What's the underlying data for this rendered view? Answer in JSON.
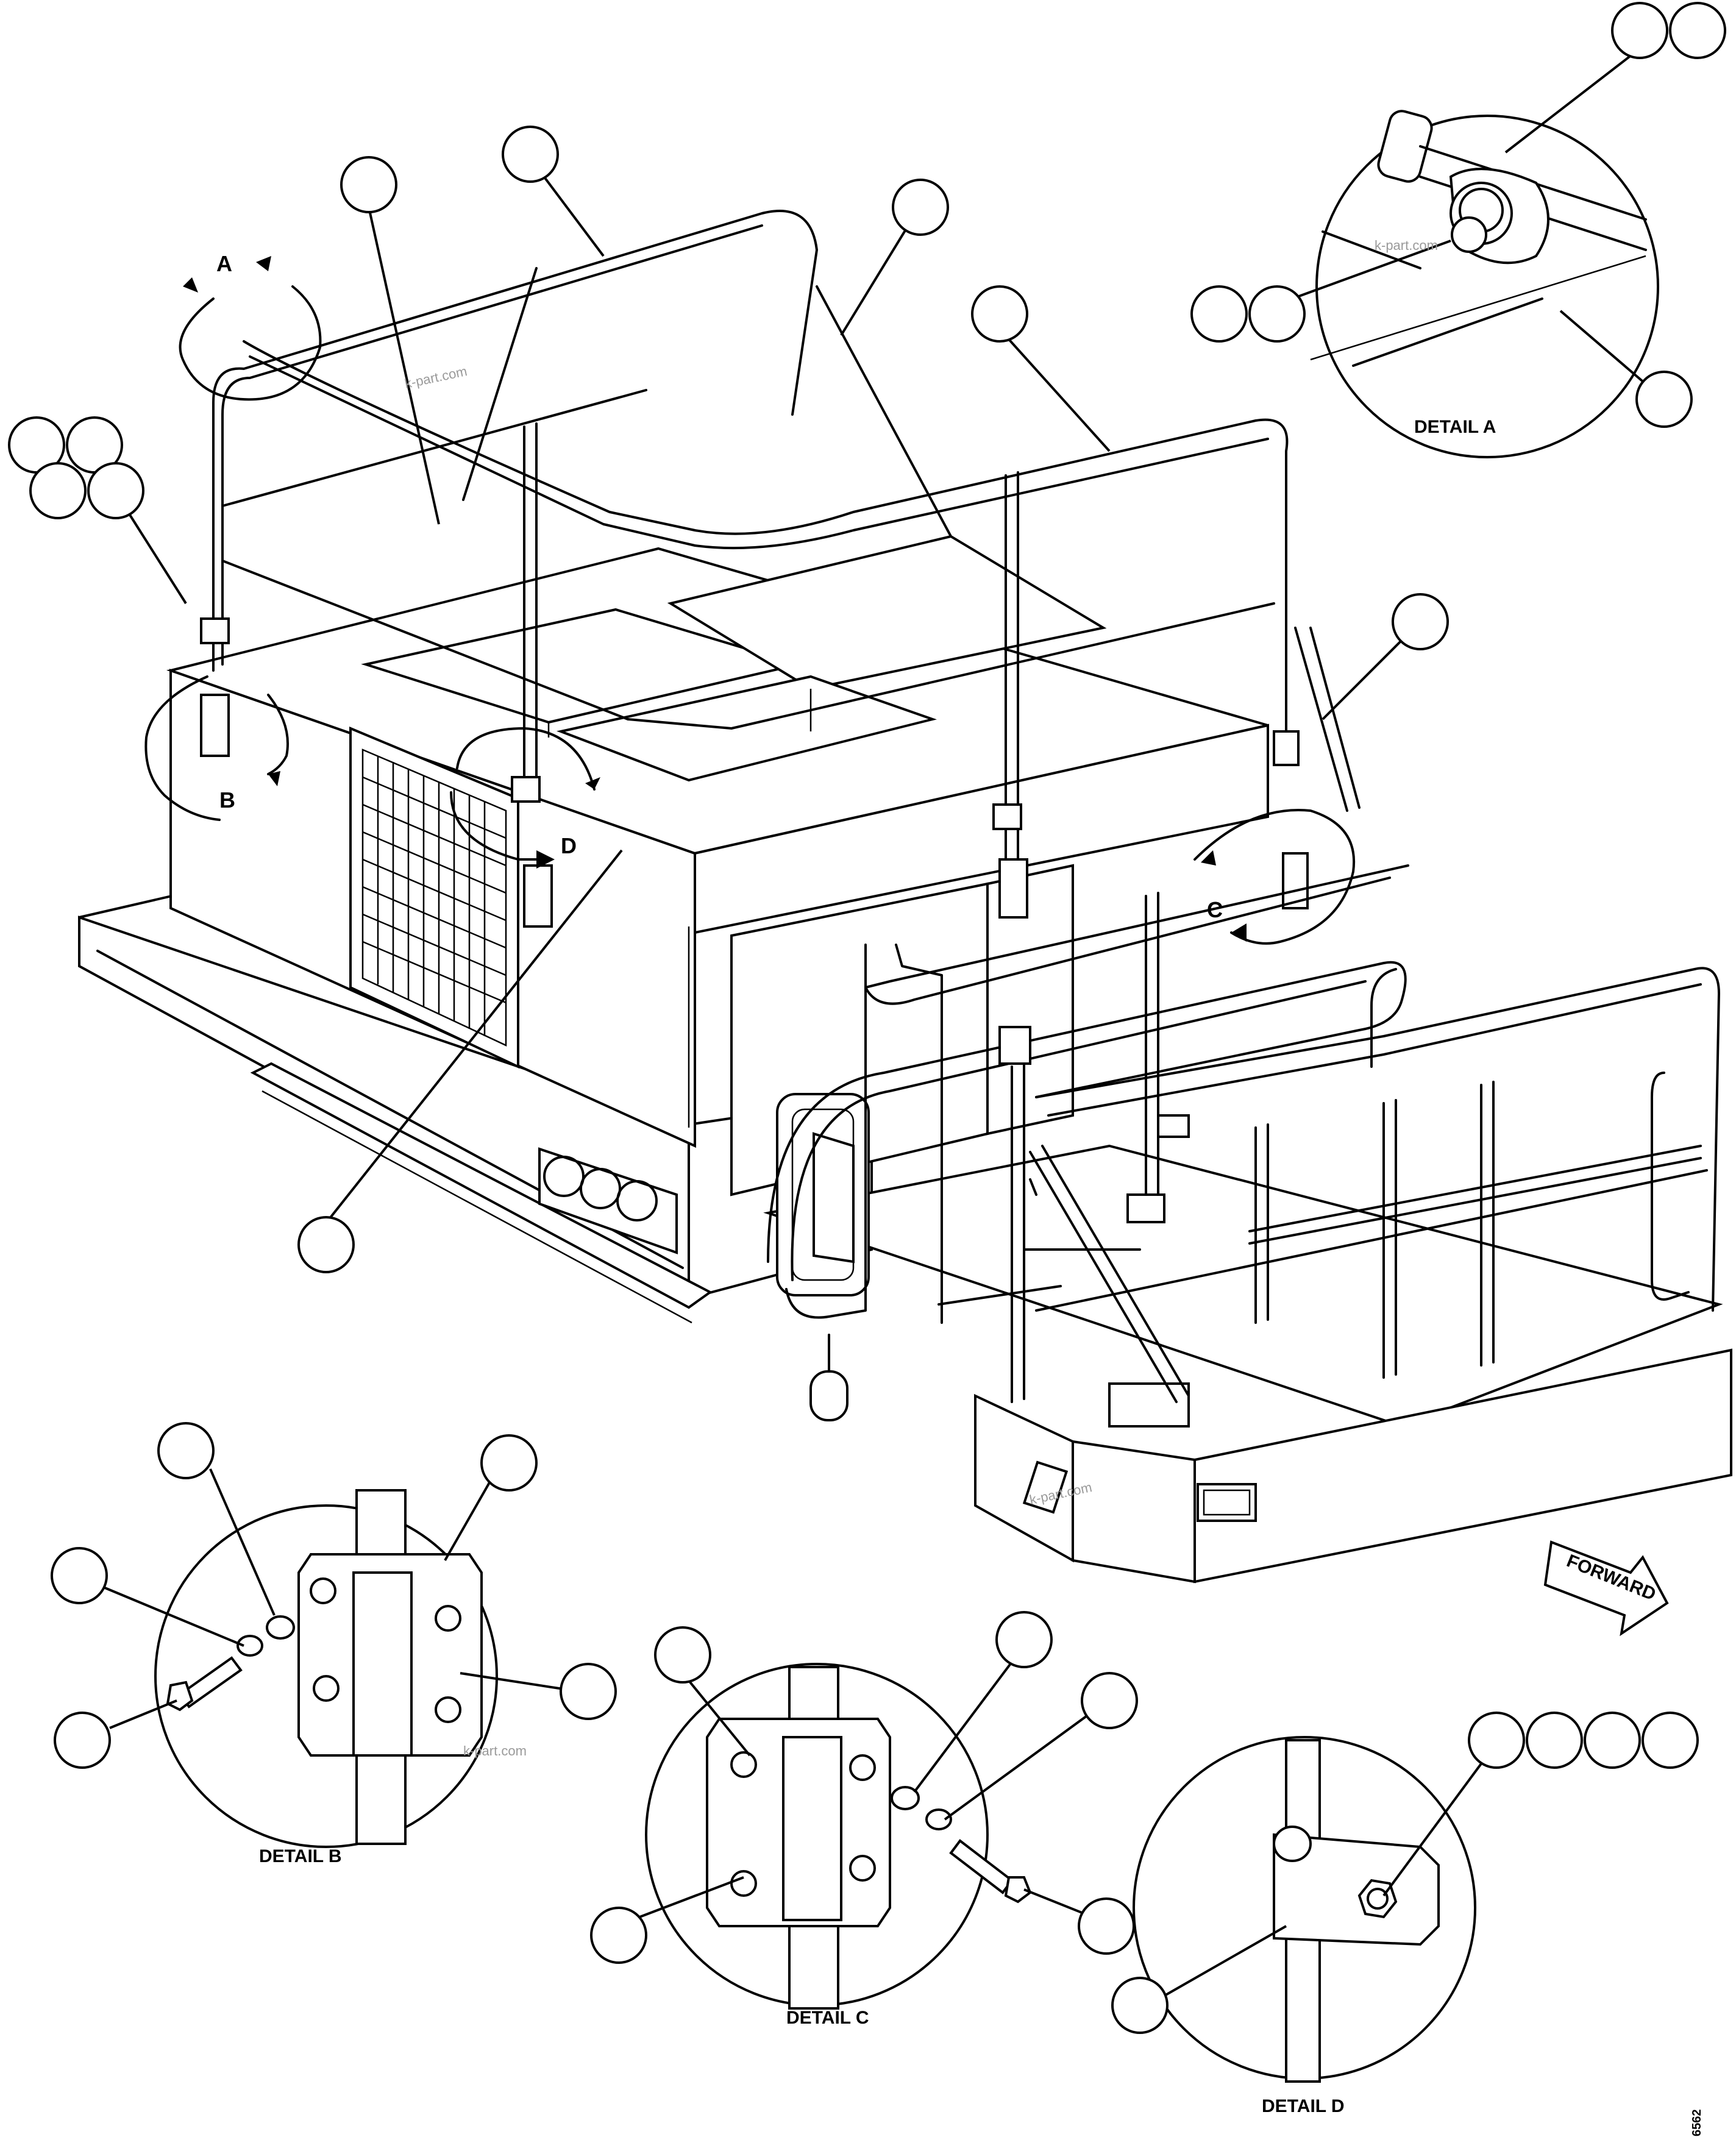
{
  "detail_labels": {
    "a": "DETAIL A",
    "b": "DETAIL B",
    "c": "DETAIL C",
    "d": "DETAIL D"
  },
  "view_letters": {
    "a": "A",
    "b": "B",
    "c": "C",
    "d": "D"
  },
  "direction_label": "FORWARD",
  "watermark": "k-part.com",
  "figure_number": "6562"
}
